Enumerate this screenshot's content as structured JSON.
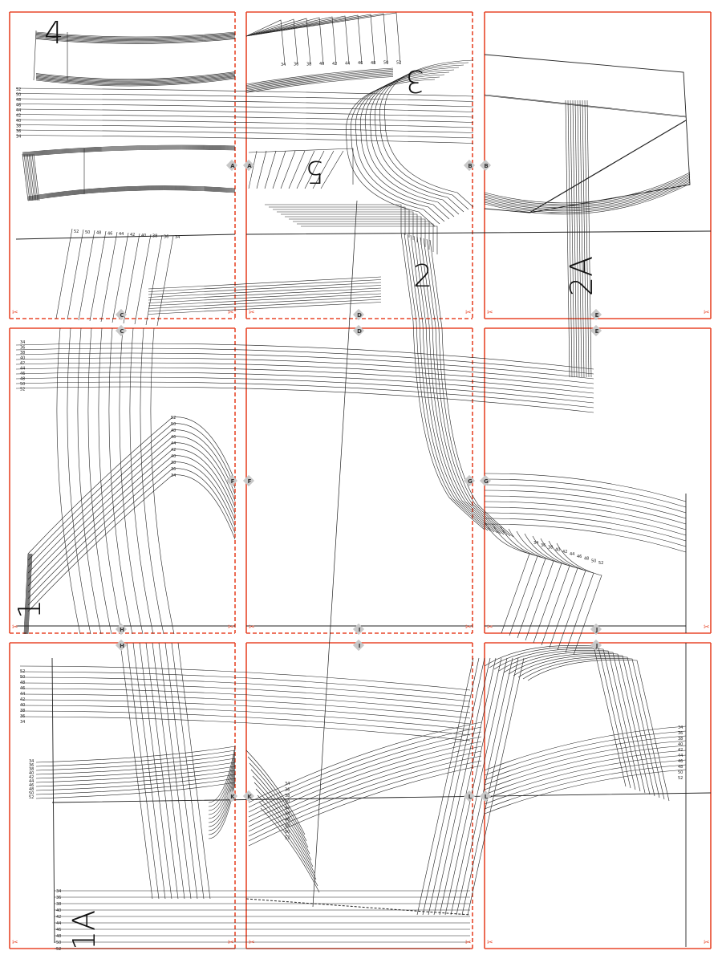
{
  "sheet": {
    "title": "Tiled sewing pattern print layout",
    "border_color": "#e8472a",
    "line_color": "#222222"
  },
  "sizes": [
    "34",
    "36",
    "38",
    "40",
    "42",
    "44",
    "46",
    "48",
    "50",
    "52"
  ],
  "pieces": [
    {
      "id": "4",
      "label": "4"
    },
    {
      "id": "3",
      "label": "3"
    },
    {
      "id": "5",
      "label": "5"
    },
    {
      "id": "2",
      "label": "2"
    },
    {
      "id": "2A",
      "label": "2A"
    },
    {
      "id": "1",
      "label": "1"
    },
    {
      "id": "1A",
      "label": "1A"
    }
  ],
  "markers": [
    "A",
    "B",
    "C",
    "D",
    "E",
    "F",
    "G",
    "H",
    "I",
    "J",
    "K",
    "L"
  ],
  "scissors_glyph": "✂"
}
